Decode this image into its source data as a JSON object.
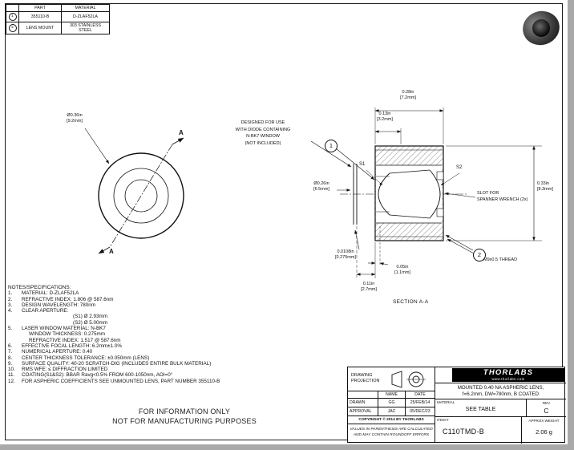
{
  "parts_table": {
    "header": {
      "part": "PART",
      "material": "MATERIAL"
    },
    "rows": [
      {
        "num": "1",
        "part": "355110-B",
        "material": "D-ZLAF52LA"
      },
      {
        "num": "2",
        "part": "LENS MOUNT",
        "material": "303 STAINLESS STEEL"
      }
    ]
  },
  "front_view": {
    "diameter_in": "Ø0.36in",
    "diameter_mm": "[9.2mm]",
    "section_a_top": "A",
    "section_a_bottom": "A"
  },
  "section_view": {
    "caption": "SECTION A-A",
    "balloon_1": "1",
    "balloon_2": "2",
    "surface_1": "S1",
    "surface_2": "S2",
    "dim_length_in": "0.28in",
    "dim_length_mm": "[7.2mm]",
    "dim_front_in": "0.13in",
    "dim_front_mm": "[3.2mm]",
    "dim_aperture_in": "Ø0.26in",
    "dim_aperture_mm": "[6.5mm]",
    "dim_height_in": "0.33in",
    "dim_height_mm": "[8.3mm]",
    "dim_window_in": "0.0108in",
    "dim_window_mm": "[0.275mm]",
    "dim_gap_in": "0.05in",
    "dim_gap_mm": "[1.1mm]",
    "dim_offset_in": "0.11in",
    "dim_offset_mm": "[2.7mm]",
    "thread_label": "M9x0.5 THREAD",
    "slot_label_1": "SLOT FOR",
    "slot_label_2": "SPANNER WRENCH (2x)",
    "diode_note_1": "DESIGNED FOR USE",
    "diode_note_2": "WITH DIODE CONTAINING",
    "diode_note_3": "N-BK7 WINDOW",
    "diode_note_4": "(NOT INCLUDED)"
  },
  "notes": {
    "heading": "NOTES/SPECIFICATIONS:",
    "lines": [
      {
        "n": "1.",
        "t": "MATERIAL: D-ZLAF52LA"
      },
      {
        "n": "2.",
        "t": "REFRACTIVE INDEX: 1.806 @ 587.6nm"
      },
      {
        "n": "3.",
        "t": "DESIGN WAVELENGTH: 780nm"
      },
      {
        "n": "4.",
        "t": "CLEAR APERTURE:"
      },
      {
        "n": "",
        "t": "(S1) Ø 2.93mm"
      },
      {
        "n": "",
        "t": "(S2) Ø 5.00mm"
      },
      {
        "n": "5.",
        "t": "LASER WINDOW MATERIAL: N-BK7"
      },
      {
        "n": "",
        "t": "WINDOW THICKNESS: 0.275mm"
      },
      {
        "n": "",
        "t": "REFRACTIVE INDEX: 1.517 @ 587.6nm"
      },
      {
        "n": "6.",
        "t": "EFFECTIVE FOCAL LENGTH: 6.2mm±1.0%"
      },
      {
        "n": "7.",
        "t": "NUMERICAL APERTURE: 0.40"
      },
      {
        "n": "8.",
        "t": "CENTER THICKNESS TOLERANCE: ±0.050mm (LENS)"
      },
      {
        "n": "9.",
        "t": "SURFACE QUALITY: 40-20 SCRATCH-DIG (INCLUDES ENTIRE BULK MATERIAL)"
      },
      {
        "n": "10.",
        "t": "RMS WFE: ≤ DIFFRACTION LIMITED"
      },
      {
        "n": "11.",
        "t": "COATING(S1&S2): BBAR Ravg<0.5% FROM 600-1050nm, AOI=0°"
      },
      {
        "n": "12.",
        "t": "FOR ASPHERIC COEFFICIENTS SEE UNMOUNTED LENS, PART NUMBER 355110-B"
      }
    ]
  },
  "watermark": {
    "line1": "FOR INFORMATION ONLY",
    "line2": "NOT FOR MANUFACTURING PURPOSES"
  },
  "title_block": {
    "projection_label_1": "DRAWING",
    "projection_label_2": "PROJECTION",
    "name_header": "NAME",
    "date_header": "DATE",
    "drawn_label": "DRAWN",
    "drawn_name": "GG",
    "drawn_date": "25/FEB/14",
    "approval_label": "APPROVAL",
    "approval_name": "JAC",
    "approval_date": "05/DEC/23",
    "copyright": "COPYRIGHT © 2014 BY THORLABS",
    "values_note_1": "VALUES IN PARENTHESIS ARE CALCULATED",
    "values_note_2": "AND MAY CONTAIN ROUNDOFF ERRORS",
    "logo": "THORLABS",
    "logo_url": "www.thorlabs.com",
    "title_1": "MOUNTED 0.40 NA ASPHERIC LENS,",
    "title_2": "f=6.2mm, DW=780nm, B COATED",
    "material_label": "MATERIAL",
    "material_value": "SEE TABLE",
    "rev_label": "REV",
    "rev_value": "C",
    "item_label": "ITEM #",
    "item_value": "C110TMD-B",
    "weight_label": "APPROX WEIGHT",
    "weight_value": "2.06 g"
  }
}
